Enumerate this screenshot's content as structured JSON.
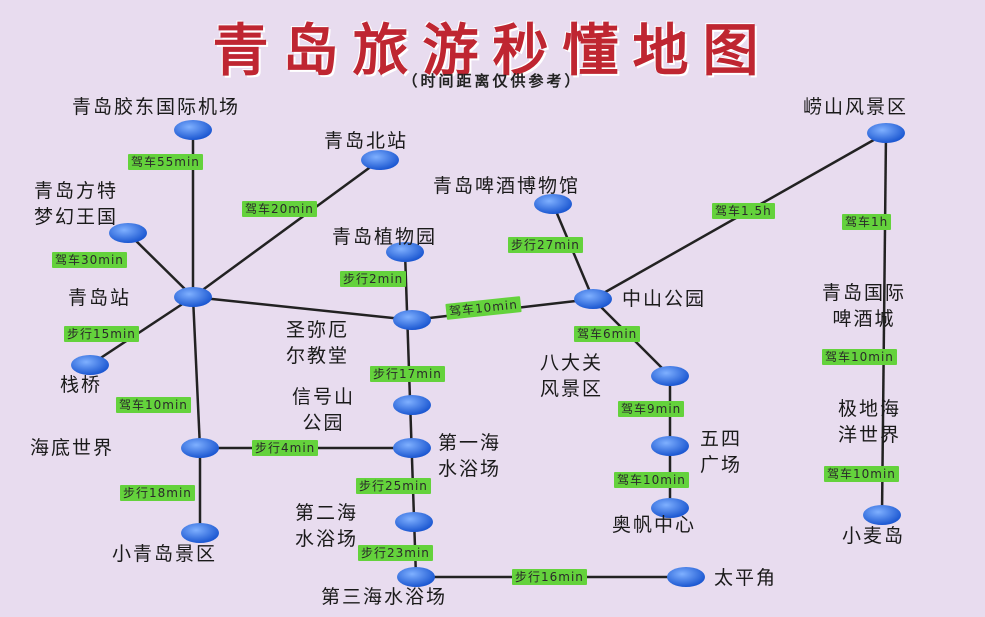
{
  "title": "青岛旅游秒懂地图",
  "subtitle": "（时间距离仅供参考）",
  "colors": {
    "title": "#bf2631",
    "badge": "#64d23c",
    "node": "#1f5fd8",
    "line": "#222222",
    "background": "#e8dcef"
  },
  "nodes": {
    "airport": "青岛胶东国际机场",
    "north_station": "青岛北站",
    "fantawild": "青岛方特\n梦幻王国",
    "station": "青岛站",
    "zhanqiao": "栈桥",
    "underwater": "海底世界",
    "small_qingdao": "小青岛景区",
    "botanical": "青岛植物园",
    "st_michael": "圣弥厄\n尔教堂",
    "xinhaoshan": "信号山\n公园",
    "beach1": "第一海\n水浴场",
    "beach2": "第二海\n水浴场",
    "beach3": "第三海水浴场",
    "taipingjiao": "太平角",
    "beer_museum": "青岛啤酒博物馆",
    "zhongshan": "中山公园",
    "badaguan": "八大关\n风景区",
    "wusi": "五四\n广场",
    "olympic": "奥帆中心",
    "laoshan": "崂山风景区",
    "beer_city": "青岛国际\n啤酒城",
    "polar": "极地海\n洋世界",
    "xiaomai": "小麦岛"
  },
  "edges": {
    "airport_station": "驾车55min",
    "north_station": "驾车20min",
    "fantawild_station": "驾车30min",
    "station_zhanqiao": "步行15min",
    "station_underwater": "驾车10min",
    "underwater_small": "步行18min",
    "underwater_beach1": "步行4min",
    "botanical_michael": "步行2min",
    "michael_zhongshan": "驾车10min",
    "michael_xinhao": "步行17min",
    "beach1_beach2": "步行25min",
    "beach2_beach3": "步行23min",
    "beach3_taiping": "步行16min",
    "museum_zhongshan": "步行27min",
    "zhongshan_laoshan": "驾车1.5h",
    "zhongshan_badaguan": "驾车6min",
    "badaguan_wusi": "驾车9min",
    "wusi_olympic": "驾车10min",
    "laoshan_beercity": "驾车1h",
    "beercity_polar": "驾车10min",
    "polar_xiaomai": "驾车10min"
  }
}
